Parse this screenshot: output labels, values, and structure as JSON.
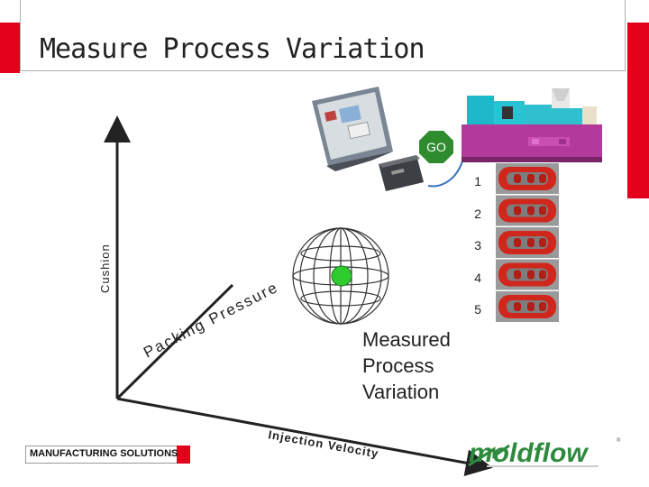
{
  "slide": {
    "title": "Measure Process Variation",
    "go_label": "GO",
    "axes": {
      "vertical": "Cushion",
      "depth": "Packing Pressure",
      "horizontal": "Injection Velocity"
    },
    "part_numbers": [
      "1",
      "2",
      "3",
      "4",
      "5"
    ],
    "measured_lines": [
      "Measured",
      "Process",
      "Variation"
    ],
    "footer": "MANUFACTURING SOLUTIONS",
    "logo": "moldflow",
    "colors": {
      "accent": "#e2001a",
      "go": "#2e8b2e",
      "sphere_center": "#2ecc2e",
      "logo_green": "#2e8b3e"
    }
  }
}
